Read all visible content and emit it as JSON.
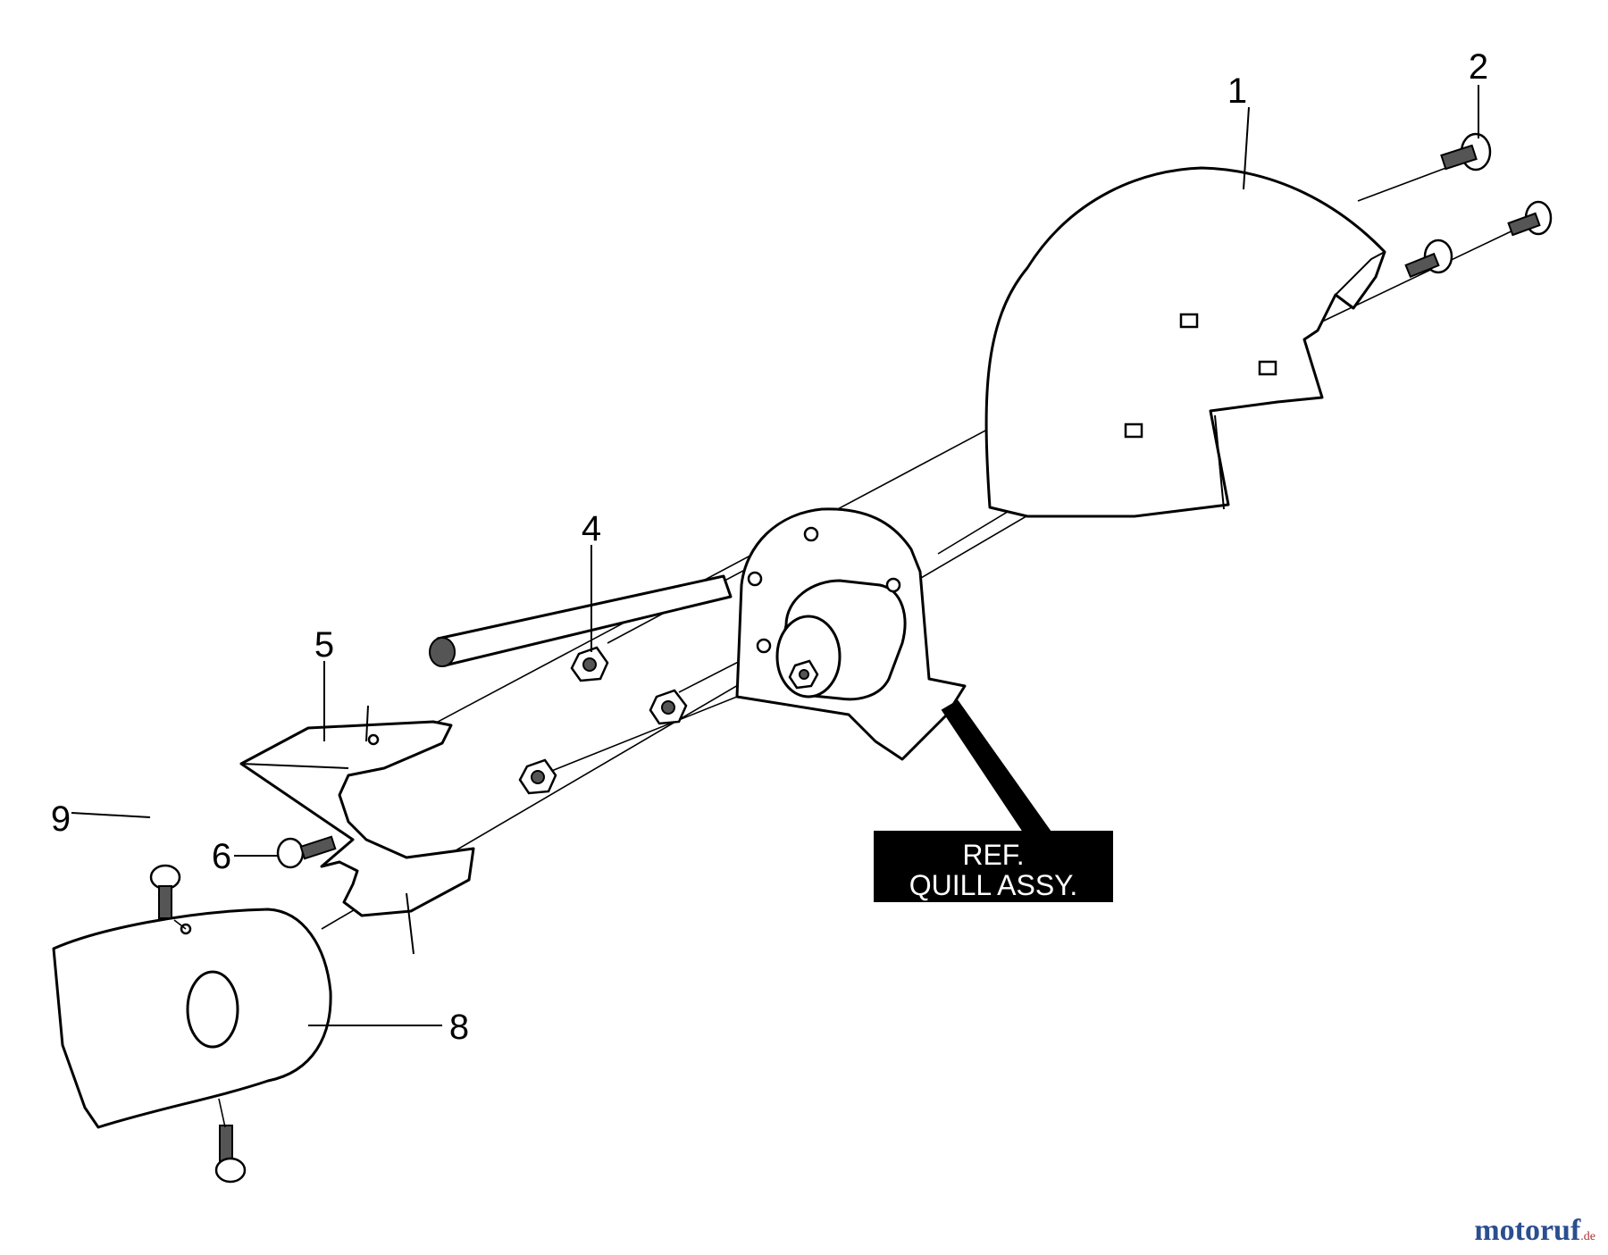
{
  "diagram": {
    "callouts": {
      "c1": "1",
      "c2": "2",
      "c4": "4",
      "c5": "5",
      "c6": "6",
      "c8": "8",
      "c9": "9"
    },
    "reference_box": {
      "line1": "REF.",
      "line2": "QUILL ASSY."
    },
    "colors": {
      "line": "#000000",
      "background": "#ffffff",
      "ref_box_fill": "#000000",
      "ref_box_text": "#ffffff"
    }
  },
  "watermark": {
    "brand": "motoruf",
    "tld": ".de"
  }
}
